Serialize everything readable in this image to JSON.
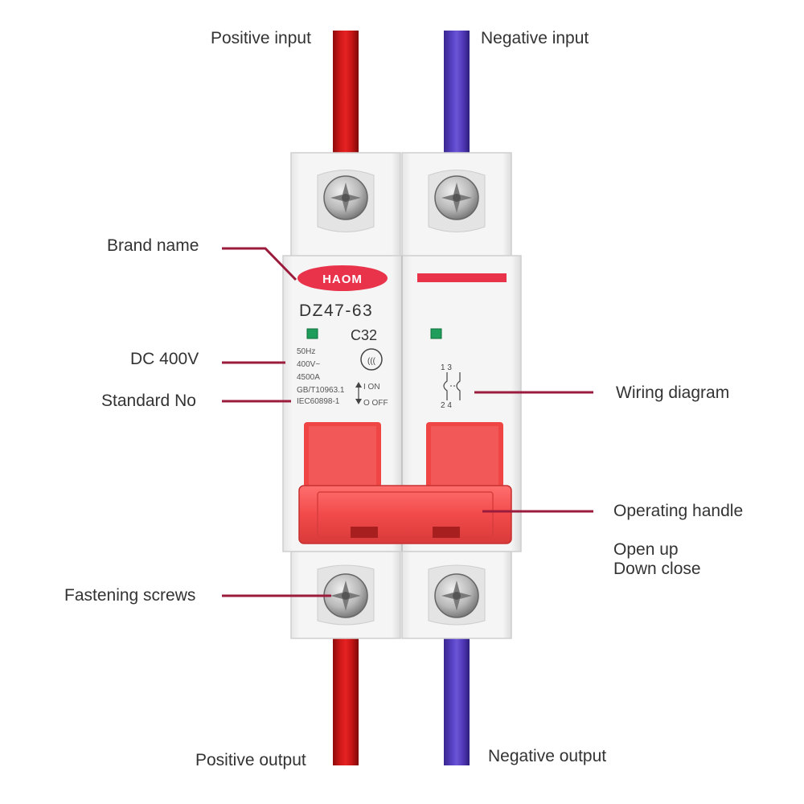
{
  "labels": {
    "positive_input": "Positive input",
    "negative_input": "Negative input",
    "brand_name": "Brand name",
    "dc_400v": "DC 400V",
    "standard_no": "Standard No",
    "wiring_diagram": "Wiring diagram",
    "operating_handle": "Operating handle",
    "open_up": "Open up",
    "down_close": "Down close",
    "fastening_screws": "Fastening screws",
    "positive_output": "Positive output",
    "negative_output": "Negative output"
  },
  "device": {
    "brand": "HAOM",
    "model": "DZ47-63",
    "rating": "C32",
    "freq": "50Hz",
    "voltage": "400V~",
    "breaking": "4500A",
    "std1": "GB/T10963.1",
    "std2": "IEC60898-1",
    "on_label": "I ON",
    "off_label": "O OFF",
    "diagram_top": "1  3",
    "diagram_bottom": "2  4"
  },
  "colors": {
    "accent_red": "#e8334b",
    "leader_line": "#9b1b3c",
    "wire_red": "#d11a1a",
    "wire_blue": "#5a44c8",
    "indicator_green": "#1e9e5a"
  }
}
